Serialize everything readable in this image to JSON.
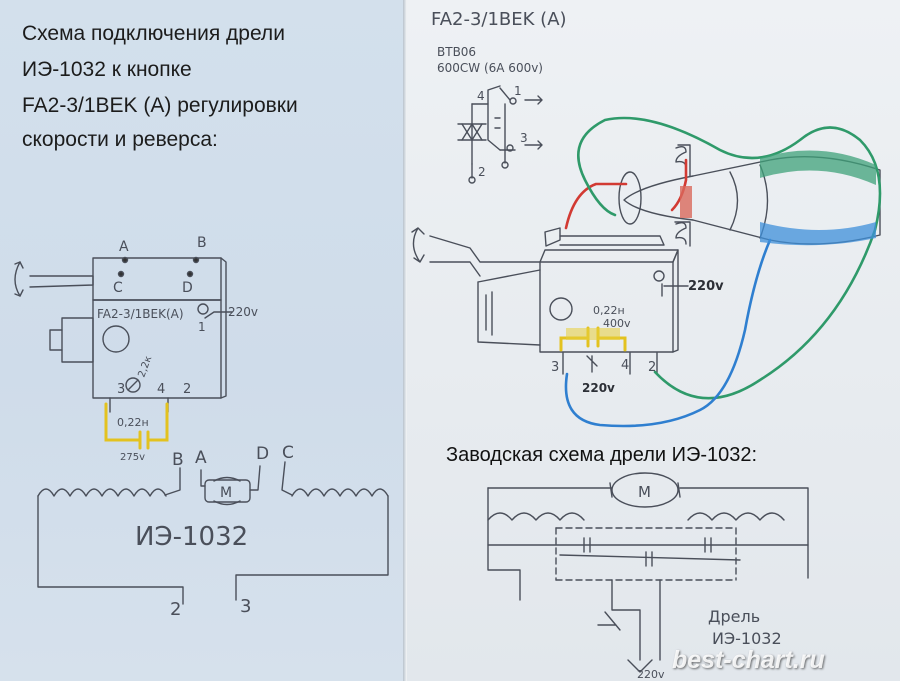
{
  "left_panel": {
    "title_lines": [
      "Схема подключения дрели",
      "ИЭ-1032 к кнопке",
      "FA2-3/1BEK (A) регулировки",
      "скорости и реверса:"
    ],
    "switch_label": "FA2-3/1BEK(A)",
    "top_terminals": [
      "A",
      "B",
      "C",
      "D"
    ],
    "voltage_label": "220v",
    "pin_labels": [
      "1",
      "2",
      "3",
      "4"
    ],
    "regulator_value": "2,2к",
    "capacitor_value": "0,22н",
    "capacitor_voltage": "275v",
    "motor_terminals": [
      "B",
      "A",
      "D",
      "C"
    ],
    "motor_label": "M",
    "drill_label": "ИЭ-1032",
    "lead_labels": [
      "2",
      "3"
    ]
  },
  "right_panel": {
    "heading": "FA2-3/1BEK (A)",
    "triac_model": "BTB06",
    "triac_rating": "600CW (6A 600v)",
    "triac_pins": [
      "4",
      "1",
      "3",
      "2"
    ],
    "capacitor_value": "0,22н",
    "capacitor_voltage": "400v",
    "supply_labels": [
      "220v",
      "220v"
    ],
    "pin_labels": [
      "3",
      "4",
      "2"
    ],
    "factory_title": "Заводская схема дрели ИЭ-1032:",
    "factory_motor_label": "M",
    "factory_drill_label": "Дрель",
    "factory_drill_model": "ИЭ-1032",
    "factory_supply": "220v"
  },
  "watermark": "best-chart.ru",
  "colors": {
    "wire_red": "#d23a33",
    "wire_green": "#2f9a6a",
    "wire_blue": "#2f7fd0",
    "capacitor_yellow": "#e3c21f",
    "pencil": "#4a4f5a",
    "ink": "#1c1c1c"
  }
}
